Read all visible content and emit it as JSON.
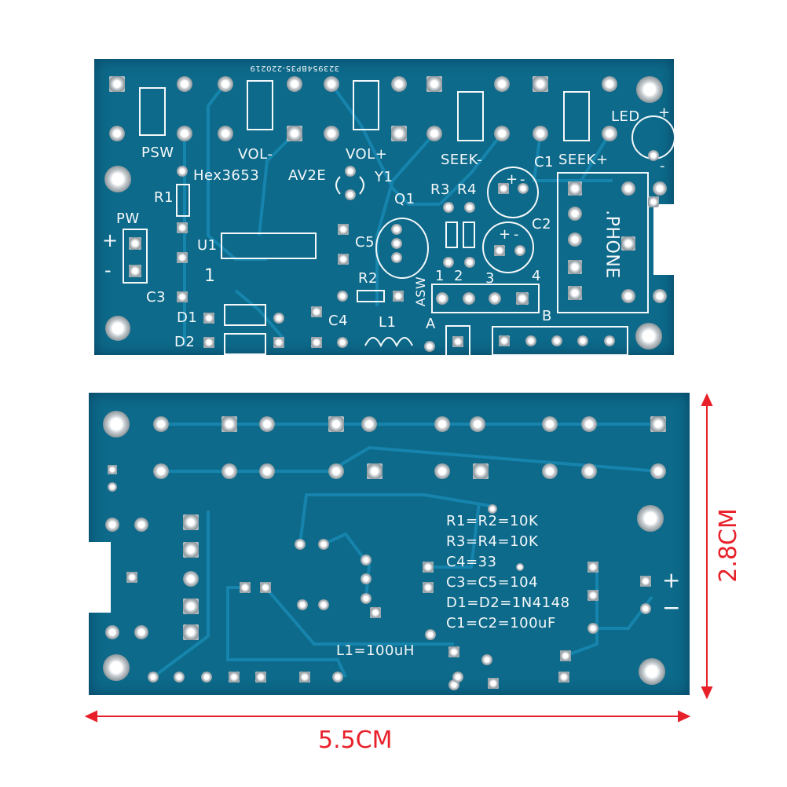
{
  "top_board": {
    "code": "323954BP35-220219",
    "labels": {
      "psw": "PSW",
      "vol_minus": "VOL-",
      "vol_plus": "VOL+",
      "seek_minus": "SEEK-",
      "seek_plus": "SEEK+",
      "c1": "C1",
      "led": "LED",
      "led_plus": "+",
      "led_minus": "-",
      "hex": "Hex3653",
      "av2e": "AV2E",
      "y1": "Y1",
      "r1": "R1",
      "q1": "Q1",
      "r3": "R3",
      "r4": "R4",
      "pw": "PW",
      "pw_plus": "+",
      "pw_minus": "-",
      "c2": "C2",
      "phone": ".PHONE",
      "u1": "U1",
      "c5": "C5",
      "pin1": "1",
      "r2": "R2",
      "c3": "C3",
      "asw": "ASW",
      "n1": "1",
      "n2": "2",
      "n3": "3",
      "n4": "4",
      "d1": "D1",
      "d2": "D2",
      "c4": "C4",
      "l1": "L1",
      "a": "A",
      "b": "B",
      "c1_plus": "+",
      "c1_minus": "-",
      "c2_plus": "+",
      "c2_minus": "-"
    }
  },
  "bottom_board": {
    "bom": [
      "R1=R2=10K",
      "R3=R4=10K",
      "C4=33",
      "C3=C5=104",
      "D1=D2=1N4148",
      "C1=C2=100uF"
    ],
    "l1": "L1=100uH",
    "plus": "+",
    "minus": "−"
  },
  "dimensions": {
    "height": "2.8CM",
    "width": "5.5CM",
    "color": "#e8202a"
  }
}
